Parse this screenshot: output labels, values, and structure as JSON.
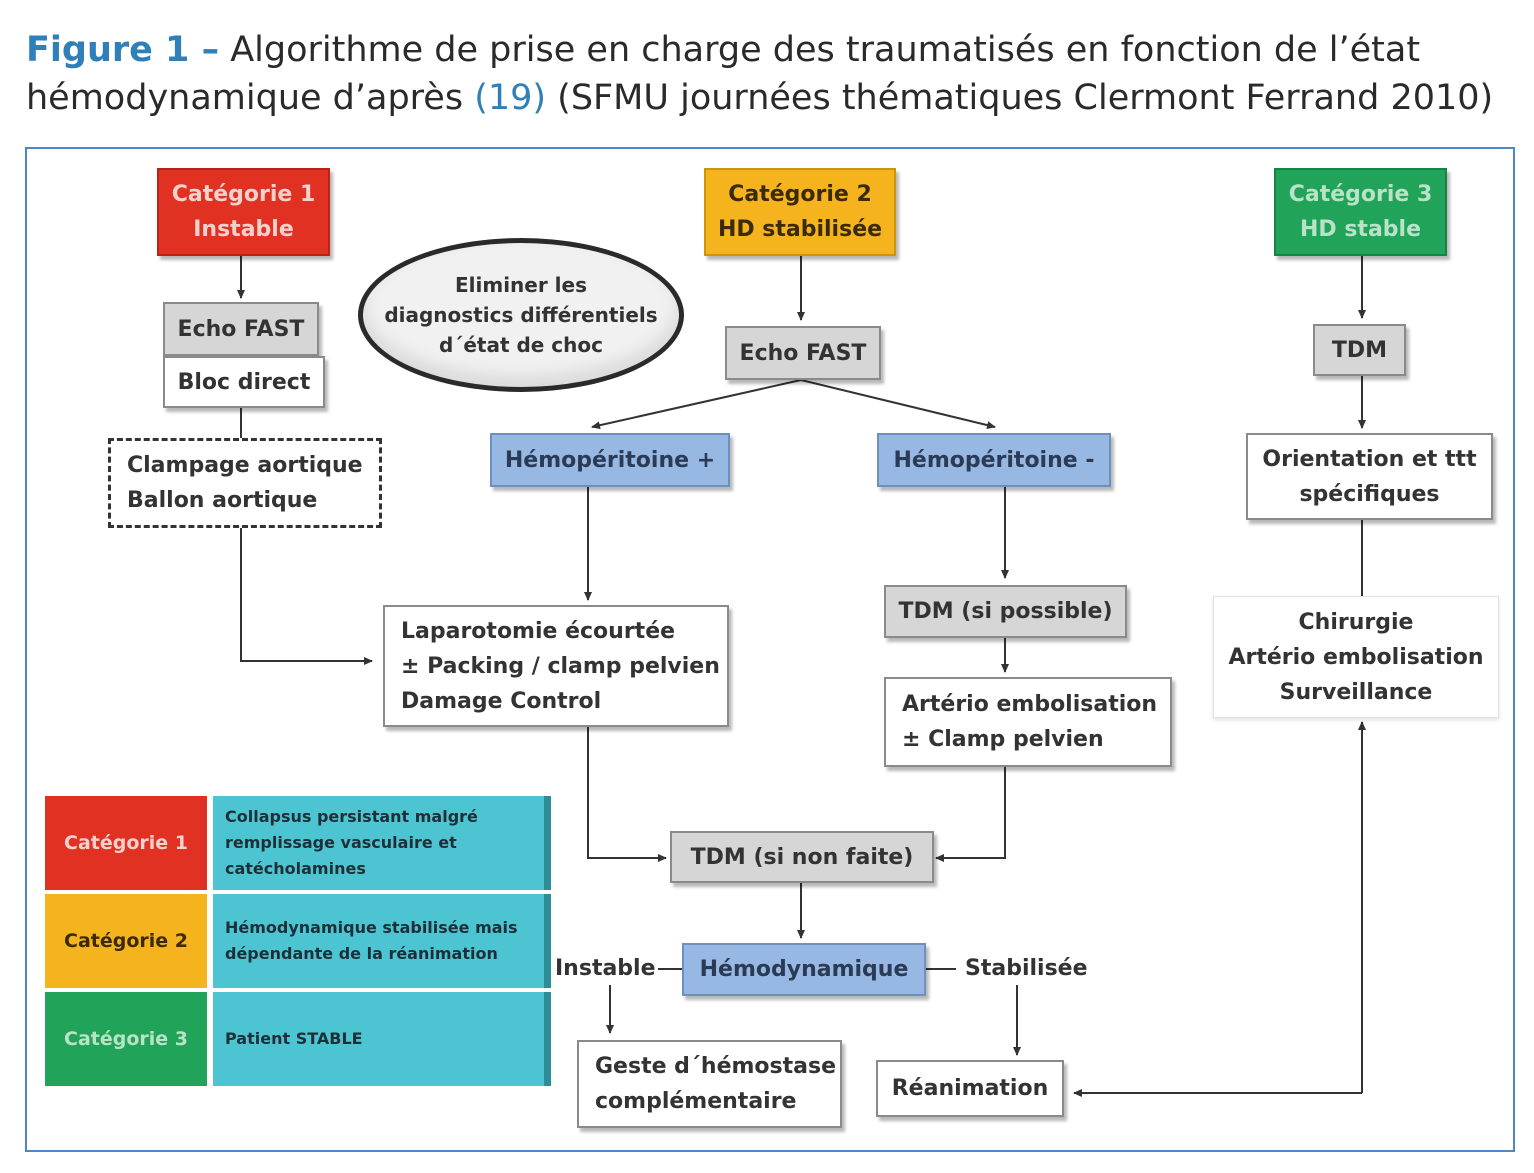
{
  "caption": {
    "figure_label": "Figure 1 –",
    "line1_rest": " Algorithme de prise en charge des traumatisés en fonction de l’état",
    "line2_start": "hémodynamique d’après ",
    "ref": "(19)",
    "line2_end": " (SFMU journées thématiques Clermont Ferrand 2010)"
  },
  "nodes": {
    "cat1": {
      "line1": "Catégorie 1",
      "line2": "Instable",
      "color": "#e03123"
    },
    "cat2": {
      "line1": "Catégorie 2",
      "line2": "HD stabilisée",
      "color": "#f5b31e"
    },
    "cat3": {
      "line1": "Catégorie 3",
      "line2": "HD stable",
      "color": "#21a35a"
    },
    "echo_fast_1": "Echo FAST",
    "bloc_direct": "Bloc direct",
    "clampage": {
      "line1": "Clampage aortique",
      "line2": "Ballon aortique"
    },
    "eliminer": {
      "line1": "Eliminer les",
      "line2": "diagnostics différentiels",
      "line3": "d´état de choc"
    },
    "echo_fast_2": "Echo FAST",
    "hemo_plus": "Hémopéritoine +",
    "hemo_minus": "Hémopéritoine -",
    "laparotomie": {
      "line1": "Laparotomie écourtée",
      "line2": "± Packing / clamp pelvien",
      "line3": "Damage Control"
    },
    "tdm_si_possible": "TDM (si possible)",
    "arterio": {
      "line1": "Artério embolisation",
      "line2": "± Clamp pelvien"
    },
    "tdm_3": "TDM",
    "orientation": {
      "line1": "Orientation et ttt",
      "line2": "spécifiques"
    },
    "chirurgie": {
      "line1": "Chirurgie",
      "line2": "Artério embolisation",
      "line3": "Surveillance"
    },
    "tdm_si_non_faite": "TDM (si non faite)",
    "hemodynamique": "Hémodynamique",
    "instable_label": "Instable",
    "stabilisee_label": "Stabilisée",
    "geste": {
      "line1": "Geste d´hémostase",
      "line2": "complémentaire"
    },
    "reanimation": "Réanimation"
  },
  "legend": [
    {
      "category": "Catégorie 1",
      "description": "Collapsus persistant malgré remplissage vasculaire et catécholamines",
      "color": "#e03123"
    },
    {
      "category": "Catégorie 2",
      "description": "Hémodynamique stabilisée mais dépendante de la réanimation",
      "color": "#f5b31e"
    },
    {
      "category": "Catégorie 3",
      "description": "Patient STABLE",
      "color": "#21a35a"
    }
  ]
}
